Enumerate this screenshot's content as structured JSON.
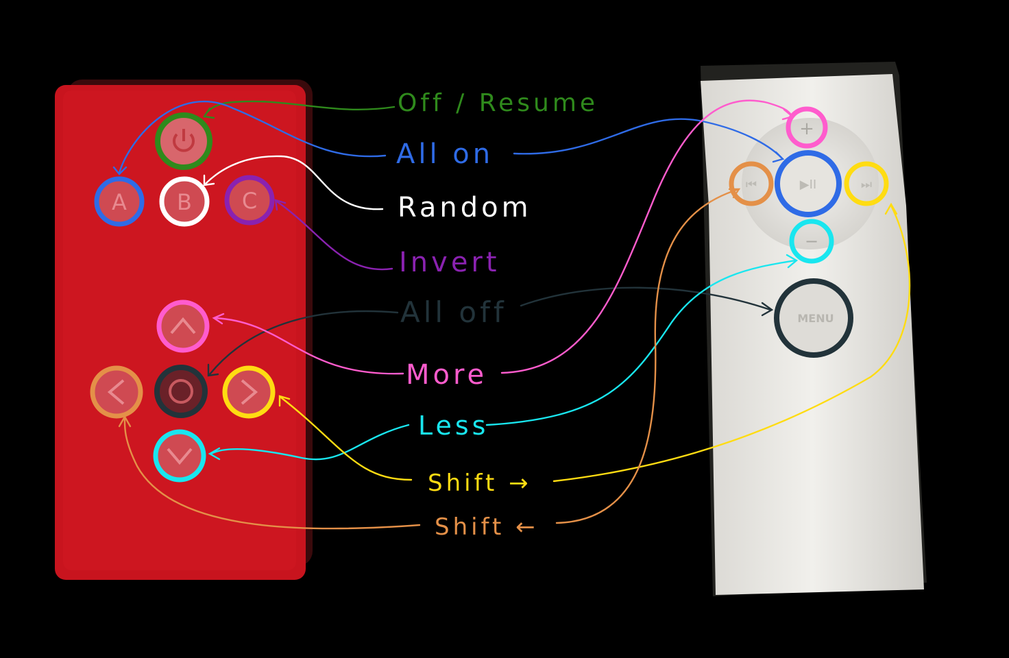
{
  "colors": {
    "background": "#000000",
    "red_remote": "#c8141e",
    "white_remote": "#e9e7e2",
    "green": "#2f8a1c",
    "blue": "#2f6be6",
    "white": "#ffffff",
    "purple": "#8a22b0",
    "dark_slate": "#22333a",
    "pink": "#ff5ccd",
    "cyan": "#19e6ef",
    "yellow": "#ffdc12",
    "orange": "#e49048"
  },
  "red_remote": {
    "buttons": {
      "power": "power-icon",
      "a": "A",
      "b": "B",
      "c": "C",
      "up": "^",
      "left": "<",
      "center": "O",
      "right": ">",
      "down": "v"
    }
  },
  "white_remote": {
    "buttons": {
      "plus": "+",
      "minus": "−",
      "prev": "⏮",
      "play_pause": "▶II",
      "next": "⏭",
      "menu": "MENU"
    }
  },
  "labels": {
    "off_resume": "Off / Resume",
    "all_on": "All on",
    "random": "Random",
    "invert": "Invert",
    "all_off": "All off",
    "more": "More",
    "less": "Less",
    "shift_right": "Shift →",
    "shift_left": "Shift ←"
  }
}
